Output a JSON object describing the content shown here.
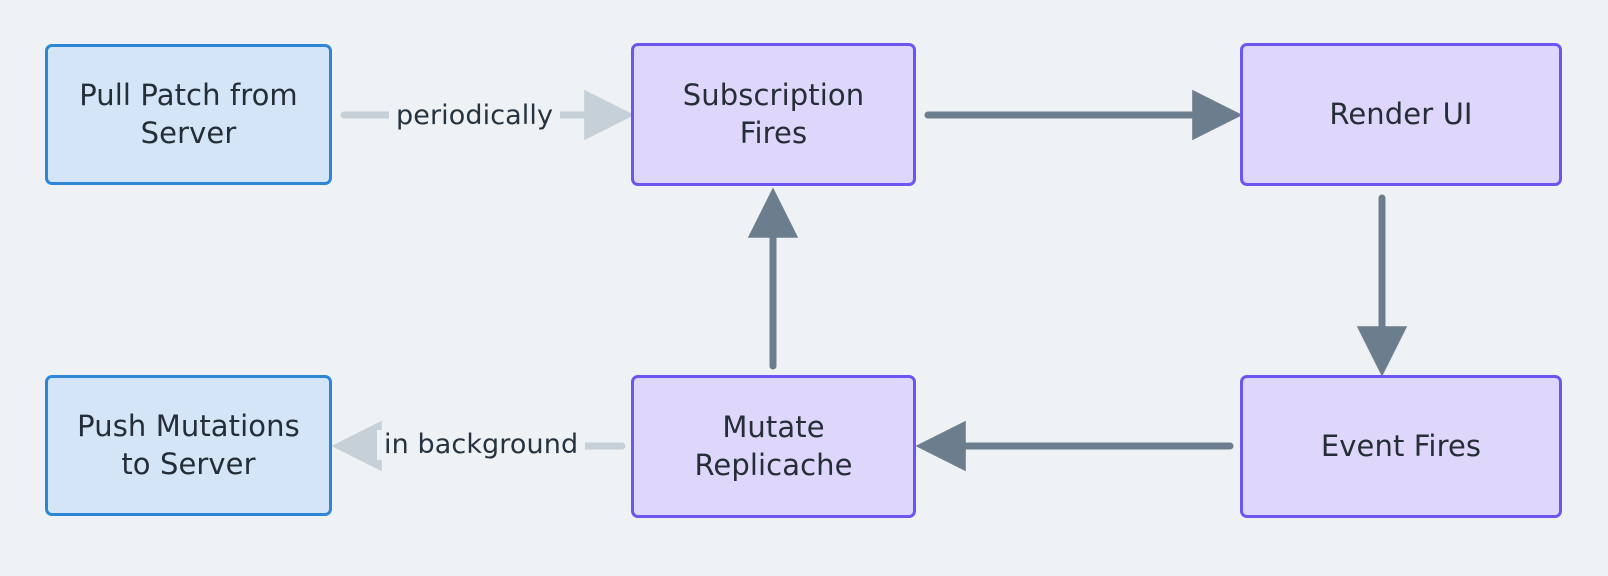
{
  "diagram": {
    "type": "flowchart",
    "background_color": "#eef2f5",
    "nodes": [
      {
        "id": "pull",
        "label": "Pull Patch from\nServer",
        "style": "blue",
        "fill": "#d3e5f7",
        "border": "#2f86d6"
      },
      {
        "id": "sub",
        "label": "Subscription\nFires",
        "style": "purple",
        "fill": "#ded7fb",
        "border": "#6c55f0"
      },
      {
        "id": "render",
        "label": "Render UI",
        "style": "purple",
        "fill": "#ded7fb",
        "border": "#6c55f0"
      },
      {
        "id": "push",
        "label": "Push Mutations\nto Server",
        "style": "blue",
        "fill": "#d3e5f7",
        "border": "#2f86d6"
      },
      {
        "id": "mutate",
        "label": "Mutate\nReplicache",
        "style": "purple",
        "fill": "#ded7fb",
        "border": "#6c55f0"
      },
      {
        "id": "event",
        "label": "Event Fires",
        "style": "purple",
        "fill": "#ded7fb",
        "border": "#6c55f0"
      }
    ],
    "edges": [
      {
        "from": "pull",
        "to": "sub",
        "label": "periodically",
        "direction": "right",
        "color": "#c5d0d8"
      },
      {
        "from": "sub",
        "to": "render",
        "label": "",
        "direction": "right",
        "color": "#6c7e8e"
      },
      {
        "from": "render",
        "to": "event",
        "label": "",
        "direction": "down",
        "color": "#6c7e8e"
      },
      {
        "from": "event",
        "to": "mutate",
        "label": "",
        "direction": "left",
        "color": "#6c7e8e"
      },
      {
        "from": "mutate",
        "to": "push",
        "label": "in background",
        "direction": "left",
        "color": "#c5d0d8"
      },
      {
        "from": "mutate",
        "to": "sub",
        "label": "",
        "direction": "up",
        "color": "#6c7e8e"
      }
    ]
  }
}
